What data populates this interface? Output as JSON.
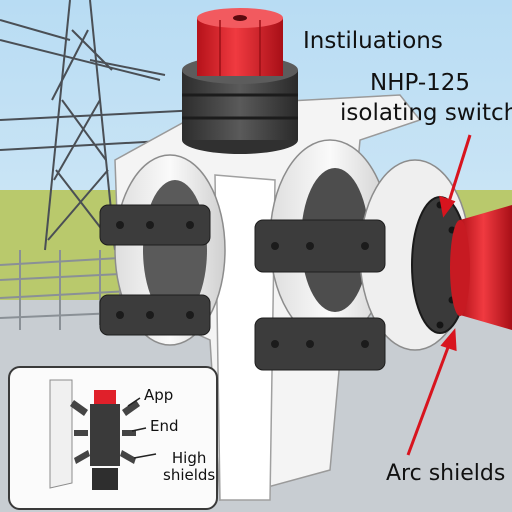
{
  "labels": {
    "insulations": "Instiluations",
    "model": "NHP-125",
    "subtitle": "isolating switch",
    "arc_shields": "Arc shields"
  },
  "inset": {
    "app": "App",
    "end": "End",
    "high_line1": "High",
    "high_line2": "shields"
  },
  "colors": {
    "sky": "#cfe6f6",
    "red_insulator": "#e0202a",
    "dark_metal": "#3c3c3c",
    "white_body": "#f4f4f4",
    "grass": "#b9c96c",
    "arrow": "#d8141e"
  }
}
